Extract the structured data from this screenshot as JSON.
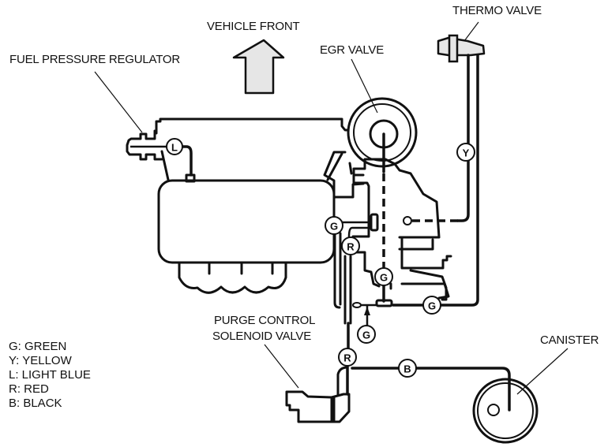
{
  "labels": {
    "vehicle_front": "VEHICLE FRONT",
    "fuel_pressure_regulator": "FUEL PRESSURE REGULATOR",
    "egr_valve": "EGR VALVE",
    "thermo_valve": "THERMO VALVE",
    "purge_control_line1": "PURGE CONTROL",
    "purge_control_line2": "SOLENOID VALVE",
    "canister": "CANISTER"
  },
  "hose_tags": {
    "fpr": "L",
    "thermo": "Y",
    "egr_side": "G",
    "egr_bottom": "G",
    "right_return": "G",
    "port_arrow": "G",
    "purge_upper": "R",
    "purge_lower": "R",
    "canister": "B"
  },
  "legend": [
    "G: GREEN",
    "Y: YELLOW",
    "L: LIGHT BLUE",
    "R: RED",
    "B: BLACK"
  ],
  "colors": {
    "ink": "#111111",
    "background": "#ffffff",
    "arrow_fill": "#e6e6e6"
  }
}
